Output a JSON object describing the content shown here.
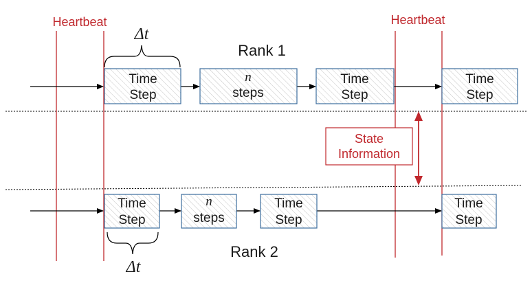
{
  "rank1": {
    "label": "Rank 1",
    "blocks": [
      {
        "line1": "Time",
        "line2": "Step"
      },
      {
        "line1": "n",
        "line2": "steps"
      },
      {
        "line1": "Time",
        "line2": "Step"
      },
      {
        "line1": "Time",
        "line2": "Step"
      }
    ],
    "delta": "Δt"
  },
  "rank2": {
    "label": "Rank 2",
    "blocks": [
      {
        "line1": "Time",
        "line2": "Step"
      },
      {
        "line1": "n",
        "line2": "steps"
      },
      {
        "line1": "Time",
        "line2": "Step"
      },
      {
        "line1": "Time",
        "line2": "Step"
      }
    ],
    "delta": "Δt"
  },
  "heartbeat": {
    "left_label": "Heartbeat",
    "right_label": "Heartbeat"
  },
  "state_info": {
    "line1": "State",
    "line2": "Information"
  },
  "colors": {
    "heartbeat_red": "#c0282d",
    "block_border": "#3d6d9e",
    "block_hatch": "#b8b8b8",
    "text_black": "#1a1a1a"
  }
}
